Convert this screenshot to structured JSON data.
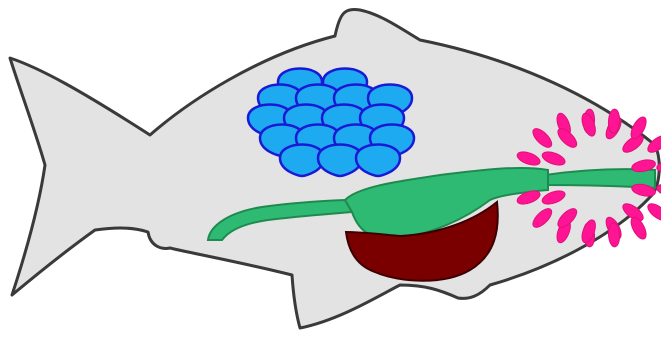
{
  "diagram": {
    "parts": [
      {
        "id": "body",
        "name": "fish-body",
        "fill": "#e3e3e3",
        "stroke": "#3a3a3a"
      },
      {
        "id": "scales",
        "name": "scale-patch",
        "fill": "#1eaaf0",
        "stroke": "#1a1ad6"
      },
      {
        "id": "gills",
        "name": "gills",
        "fill": "#ff1493"
      },
      {
        "id": "digestive-tract",
        "name": "digestive-tract",
        "fill": "#2fba74",
        "stroke": "#1f8a4f"
      },
      {
        "id": "liver",
        "name": "liver",
        "fill": "#7a0000",
        "stroke": "#3d0000"
      }
    ]
  }
}
